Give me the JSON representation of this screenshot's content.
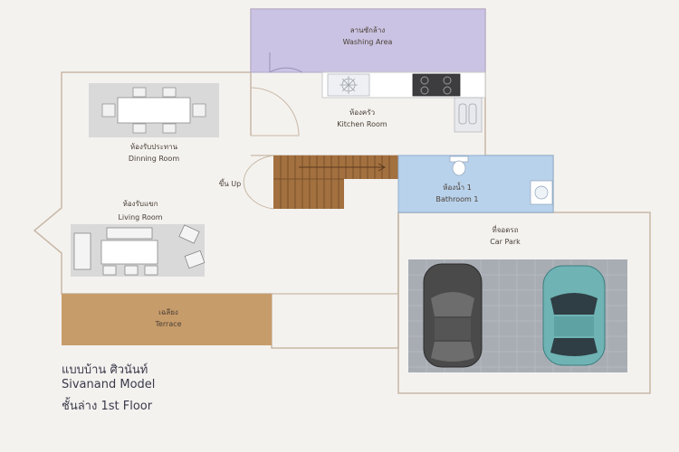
{
  "rooms": {
    "washing": {
      "th": "ลานซักล้าง",
      "en": "Washing Area"
    },
    "kitchen": {
      "th": "ห้องครัว",
      "en": "Kitchen Room"
    },
    "dining": {
      "th": "ห้องรับประทาน",
      "en": "Dinning Room"
    },
    "living": {
      "th": "ห้องรับแขก",
      "en": "Living Room"
    },
    "bathroom": {
      "th": "ห้องน้ำ 1",
      "en": "Bathroom 1"
    },
    "carpark": {
      "th": "ที่จอดรถ",
      "en": "Car Park"
    },
    "terrace": {
      "th": "เฉลียง",
      "en": "Terrace"
    }
  },
  "stairs": {
    "label": "ขึ้น Up"
  },
  "title": {
    "line1": "แบบบ้าน ศิวนันท์",
    "line2": "Sivanand Model",
    "line3": "ชั้นล่าง  1st Floor"
  },
  "colors": {
    "washing": "#cbc3e3",
    "bathroom": "#b9d2ec",
    "terrace": "#c79c6b",
    "stairs": "#a3703f",
    "wall": "#c8b8a6",
    "car_dark": "#4a4a4a",
    "car_teal": "#6fb3b4"
  }
}
